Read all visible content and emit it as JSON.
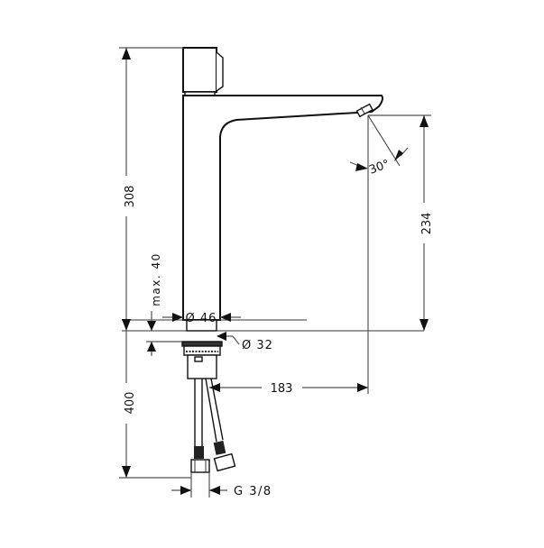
{
  "drawing": {
    "title": "Basin mixer tap dimension drawing",
    "dimensions": {
      "total_height": "308",
      "spout_height": "234",
      "hose_length": "400",
      "max_deck_thickness": "max. 40",
      "body_diameter": "Ø 46",
      "shank_diameter": "Ø 32",
      "spout_reach": "183",
      "spray_angle": "30°",
      "connection_thread": "G 3/8"
    },
    "colors": {
      "line": "#111111",
      "dimension_line": "#555555",
      "background": "#ffffff"
    }
  }
}
